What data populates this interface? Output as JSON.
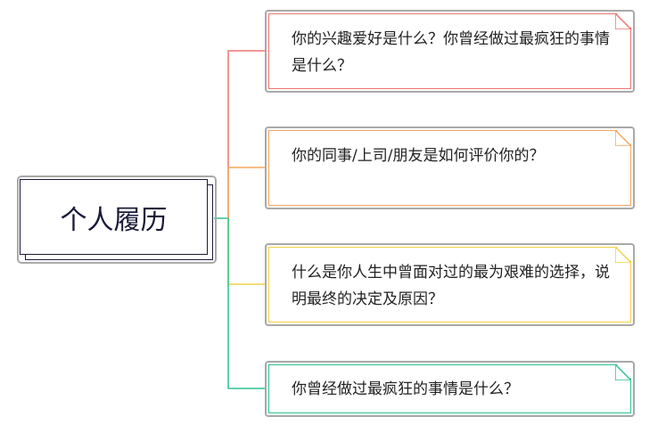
{
  "root": {
    "label": "个人履历"
  },
  "branches": [
    {
      "text": "你的兴趣爱好是什么？你曾经做过最疯狂的事情是什么？",
      "color": "#f07470"
    },
    {
      "text": "你的同事/上司/朋友是如何评价你的？",
      "color": "#f5a55e"
    },
    {
      "text": "什么是你人生中曾面对过的最为艰难的选择，说明最终的决定及原因？",
      "color": "#f2d24a"
    },
    {
      "text": "你曾经做过最疯狂的事情是什么？",
      "color": "#2ec28c"
    }
  ]
}
